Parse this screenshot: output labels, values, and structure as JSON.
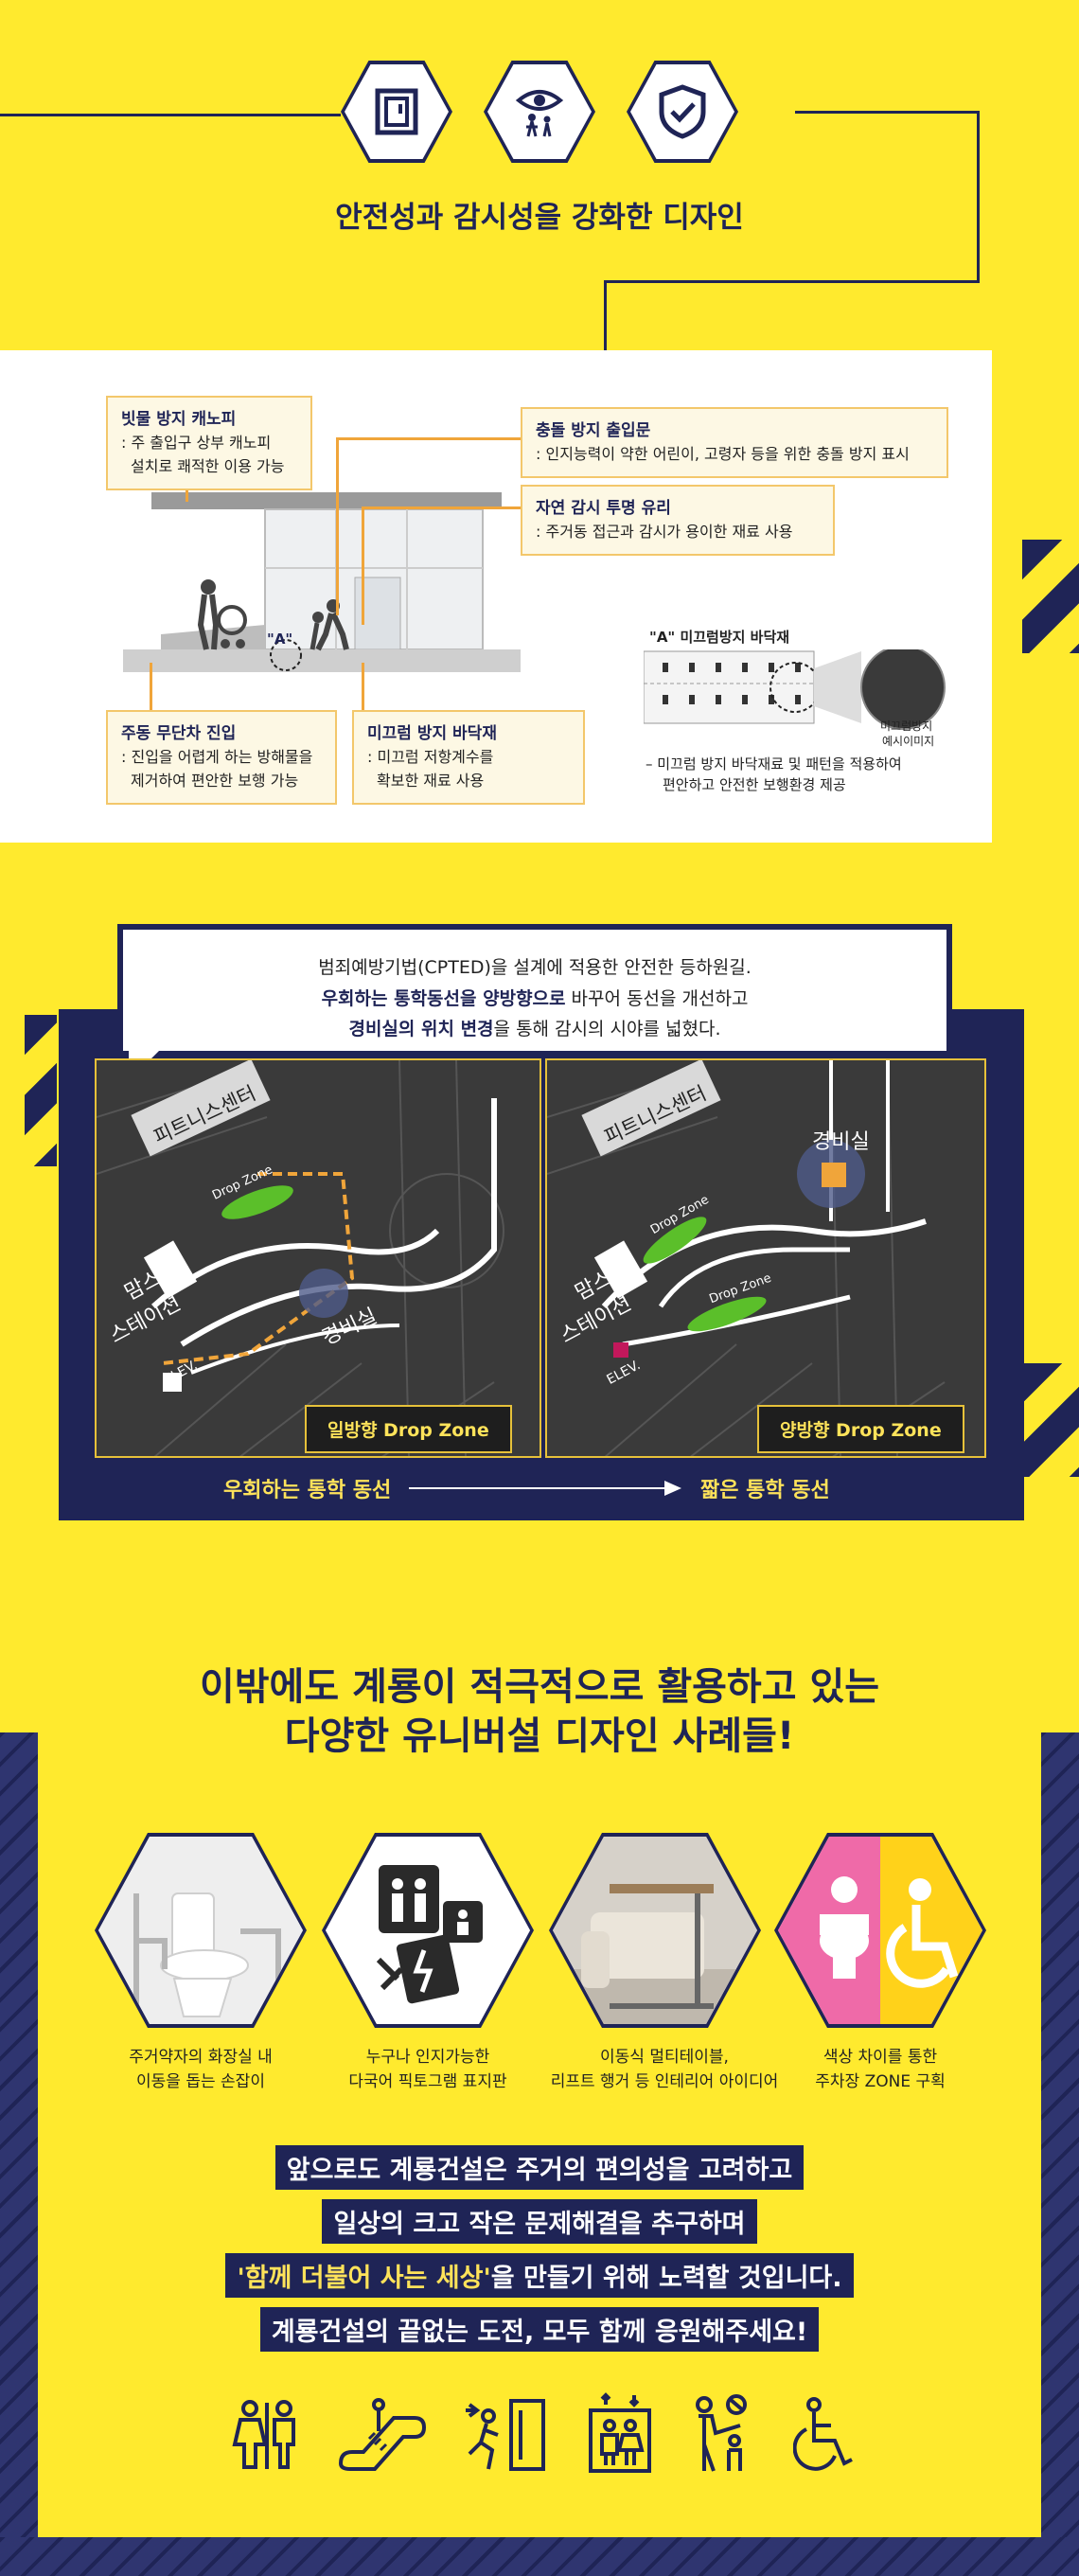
{
  "header": {
    "icons": [
      "door-icon",
      "eye-guard-icon",
      "shield-check-icon"
    ],
    "title": "안전성과 감시성을 강화한 디자인"
  },
  "panel": {
    "callouts": {
      "canopy": {
        "title": "빗물 방지 캐노피",
        "body1": ": 주 출입구 상부 캐노피",
        "body2": "설치로 쾌적한 이용 가능"
      },
      "door": {
        "title": "충돌 방지 출입문",
        "body1": ": 인지능력이 약한 어린이, 고령자 등을 위한 충돌 방지 표시"
      },
      "glass": {
        "title": "자연 감시 투명 유리",
        "body1": ": 주거동 접근과 감시가 용이한 재료 사용"
      },
      "entry": {
        "title": "주동 무단차 진입",
        "body1": ": 진입을 어렵게 하는 방해물을",
        "body2": "제거하여 편안한 보행 가능"
      },
      "floor": {
        "title": "미끄럼 방지 바닥재",
        "body1": ": 미끄럼 저항계수를",
        "body2": "확보한 재료 사용"
      }
    },
    "marker_a": "\"A\"",
    "detail_title": "\"A\" 미끄럼방지 바닥재",
    "detail_zoom_label1": "미끄럼방지",
    "detail_zoom_label2": "예시이미지",
    "detail_caption1": "– 미끄럼 방지 바닥재료 및 패턴을 적용하여",
    "detail_caption2": "편안하고 안전한 보행환경 제공"
  },
  "cpted": {
    "line1": "범죄예방기법(CPTED)을 설계에 적용한 안전한 등하원길.",
    "line2_a": "우회하는 통학동선을 양방향으로",
    "line2_b": " 바꾸어 동선을 개선하고",
    "line3_a": "경비실의 위치 변경",
    "line3_b": "을 통해 감시의 시야를 넓혔다.",
    "left_map": {
      "fitness": "피트니스센터",
      "station1": "맘스",
      "station2": "스테이션",
      "guard": "경비실",
      "elev": "ELEV.",
      "dropzone": "Drop Zone",
      "label": "일방향 Drop Zone"
    },
    "right_map": {
      "fitness": "피트니스센터",
      "station1": "맘스",
      "station2": "스테이션",
      "guard": "경비실",
      "elev": "ELEV.",
      "dropzone1": "Drop Zone",
      "dropzone2": "Drop Zone",
      "label": "양방향 Drop Zone"
    },
    "route_from": "우회하는 통학 동선",
    "route_to": "짧은 통학 동선"
  },
  "examples": {
    "heading1": "이밖에도 계룡이 적극적으로 활용하고 있는",
    "heading2": "다양한 유니버설 디자인 사례들!",
    "items": [
      {
        "icon": "toilet-grab-bar-icon",
        "cap1": "주거약자의 화장실 내",
        "cap2": "이동을 돕는 손잡이"
      },
      {
        "icon": "pictogram-sign-icon",
        "cap1": "누구나 인지가능한",
        "cap2": "다국어 픽토그램 표지판"
      },
      {
        "icon": "mobile-table-icon",
        "cap1": "이동식 멀티테이블,",
        "cap2": "리프트 행거 등 인테리어 아이디어"
      },
      {
        "icon": "parking-zone-icon",
        "cap1": "색상 차이를 통한",
        "cap2": "주차장 ZONE 구획"
      }
    ]
  },
  "closing": {
    "line1": "앞으로도 계룡건설은 주거의 편의성을 고려하고",
    "line2": "일상의 크고 작은 문제해결을 추구하며",
    "line3_hl": "'함께 더불어 사는 세상'",
    "line3_rest": "을 만들기 위해 노력할 것입니다.",
    "line4": "계룡건설의 끝없는 도전, 모두 함께 응원해주세요!"
  },
  "footer_icons": [
    "restroom-icon",
    "escalator-icon",
    "emergency-exit-icon",
    "elevator-icon",
    "no-children-icon",
    "wheelchair-icon"
  ],
  "colors": {
    "background": "#FFEA2E",
    "navy": "#1f2456",
    "accent": "#f0a53a"
  }
}
